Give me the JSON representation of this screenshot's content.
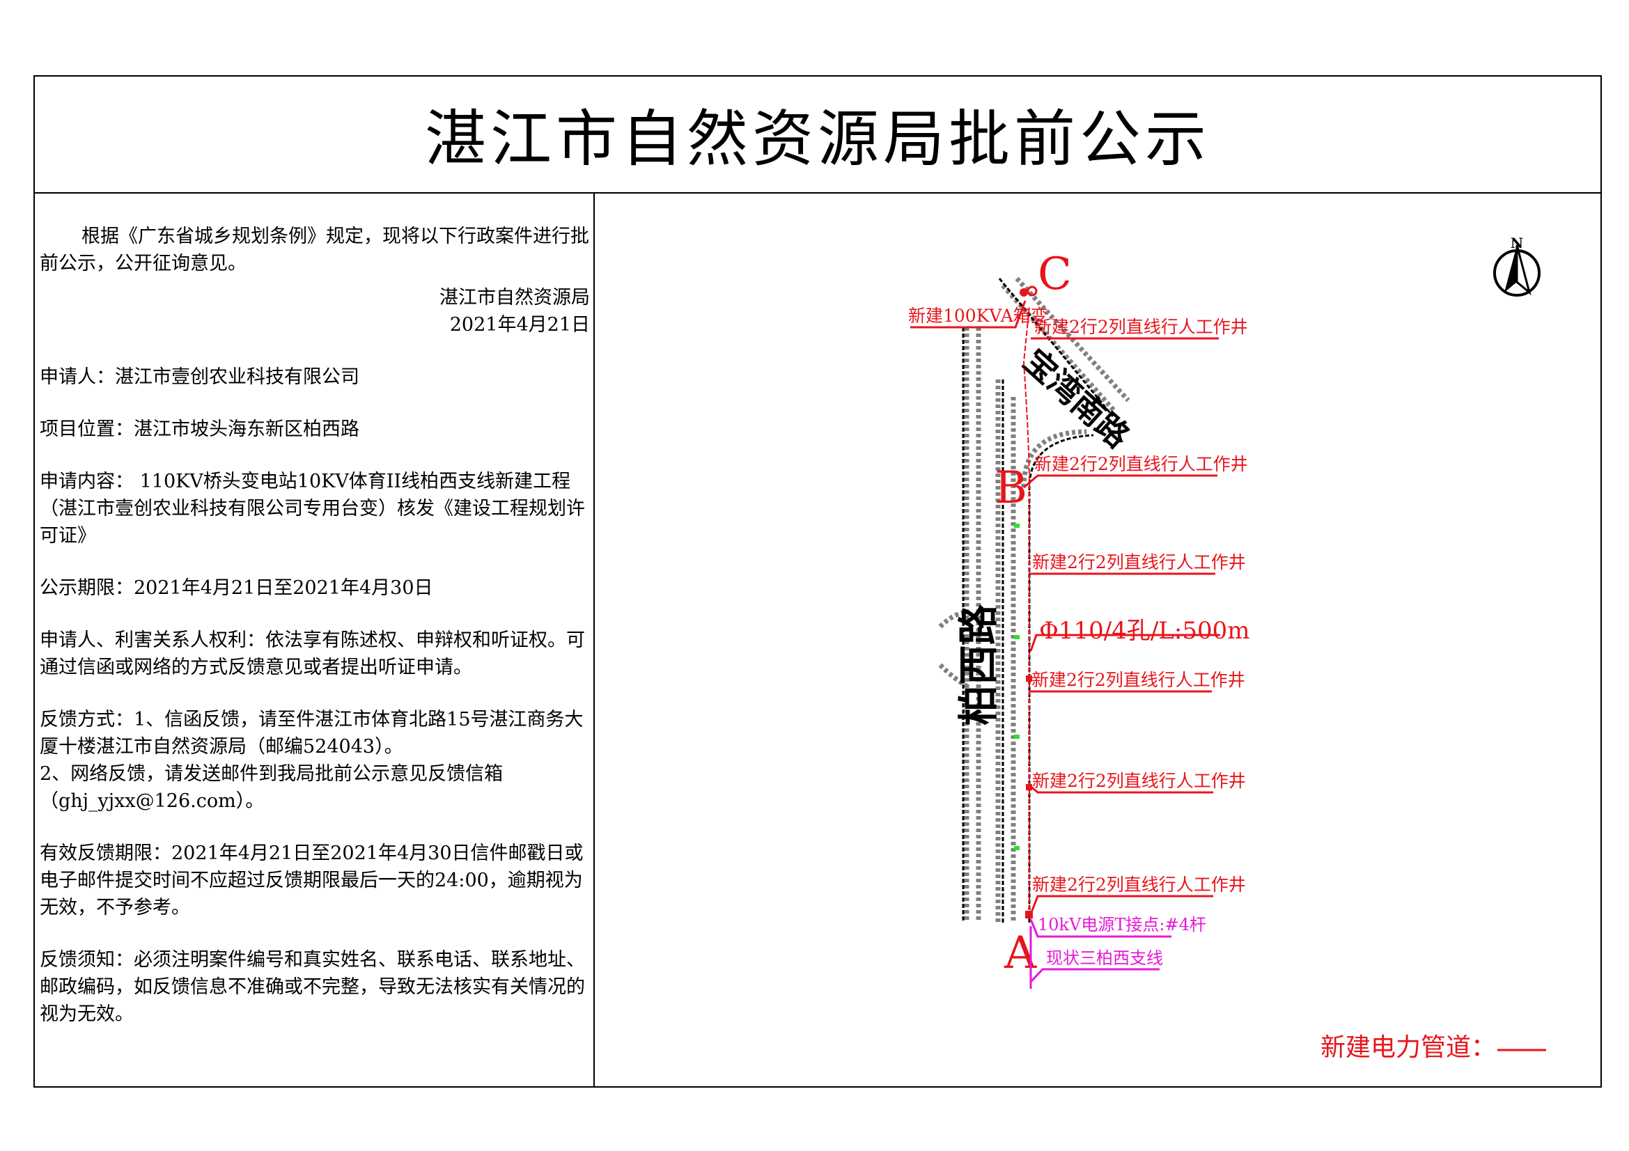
{
  "header": {
    "title": "湛江市自然资源局批前公示"
  },
  "notice": {
    "intro": "根据《广东省城乡规划条例》规定，现将以下行政案件进行批前公示，公开征询意见。",
    "issuer": "湛江市自然资源局",
    "issue_date": "2021年4月21日",
    "applicant": "申请人：湛江市壹创农业科技有限公司",
    "location": "项目位置：湛江市坡头海东新区柏西路",
    "content": "申请内容：  110KV桥头变电站10KV体育II线柏西支线新建工程（湛江市壹创农业科技有限公司专用台变）核发《建设工程规划许可证》",
    "period": "公示期限：2021年4月21日至2021年4月30日",
    "rights": "申请人、利害关系人权利：依法享有陈述权、申辩权和听证权。可通过信函或网络的方式反馈意见或者提出听证申请。",
    "feedback_1": "反馈方式：1、信函反馈，请至件湛江市体育北路15号湛江商务大厦十楼湛江市自然资源局（邮编524043）。",
    "feedback_2": "2、网络反馈，请发送邮件到我局批前公示意见反馈信箱",
    "feedback_email": "（ghj_yjxx@126.com）。",
    "deadline": "有效反馈期限：2021年4月21日至2021年4月30日信件邮戳日或电子邮件提交时间不应超过反馈期限最后一天的24:00，逾期视为无效，不予参考。",
    "notes": "反馈须知：必须注明案件编号和真实姓名、联系电话、联系地址、邮政编码，如反馈信息不准确或不完整，导致无法核实有关情况的视为无效。"
  },
  "map": {
    "north_label": "N",
    "point_a": "A",
    "point_b": "B",
    "point_c": "C",
    "box_transformer": "新建100KVA箱变",
    "wells": [
      "新建2行2列直线行人工作井",
      "新建2行2列直线行人工作井",
      "新建2行2列直线行人工作井",
      "新建2行2列直线行人工作井",
      "新建2行2列直线行人工作井",
      "新建2行2列直线行人工作井"
    ],
    "pipe_spec": "Φ110/4孔/L:500m",
    "t_point": "10kV电源T接点:#4杆",
    "existing_line": "现状三柏西支线",
    "road_vertical": "柏西路",
    "road_diagonal": "宝湾南路",
    "legend_label": "新建电力管道：",
    "colors": {
      "new_line": "#e8141b",
      "existing": "#e619d6",
      "road": "#808080"
    }
  }
}
